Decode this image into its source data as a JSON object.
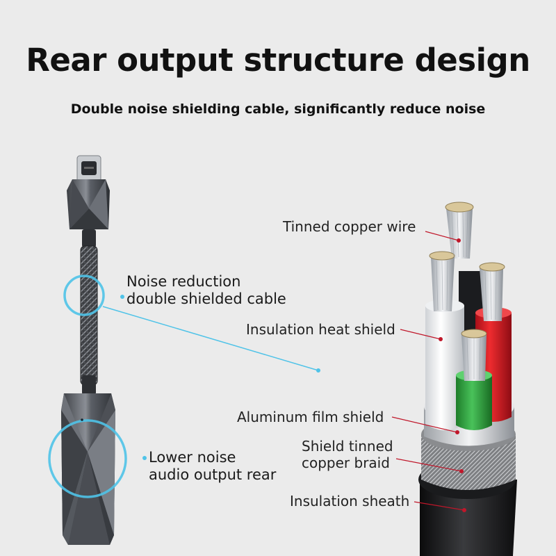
{
  "header": {
    "title": "Rear output structure design",
    "subtitle": "Double noise shielding cable, significantly reduce noise"
  },
  "left_callouts": {
    "cable_line1": "Noise reduction",
    "cable_line2": "double shielded cable",
    "rear_line1": "Lower noise",
    "rear_line2": "audio output rear",
    "accent_color": "#4fc3e8"
  },
  "right_callouts": {
    "tinned_copper": "Tinned copper wire",
    "insulation_heat": "Insulation heat shield",
    "aluminum": "Aluminum film shield",
    "braid_line1": "Shield tinned",
    "braid_line2": "copper braid",
    "sheath": "Insulation sheath",
    "accent_color": "#c0172a"
  }
}
